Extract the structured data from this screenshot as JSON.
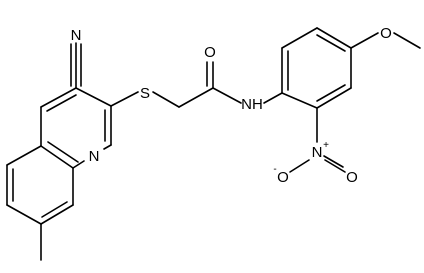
{
  "molecule": {
    "nitrile_N": "N",
    "sulfur": "S",
    "carbonyl_O": "O",
    "amide_NH": "NH",
    "quinoline_N": "N",
    "methoxy_O": "O",
    "nitro_N": "N",
    "nitro_N_charge": "+",
    "nitro_O_upper": "O",
    "nitro_O_lower": "O",
    "nitro_O_lower_charge": "-"
  },
  "colors": {
    "bond": "#000000",
    "background": "#ffffff"
  }
}
